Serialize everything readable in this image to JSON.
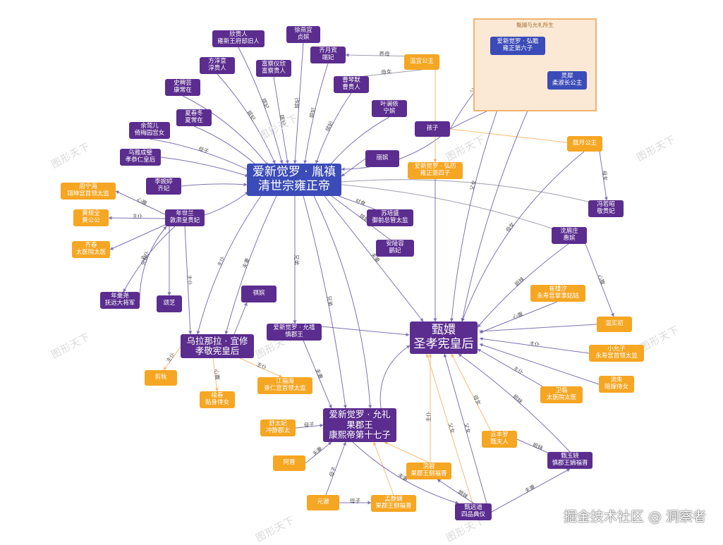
{
  "watermark": "图形天下",
  "credit": "掘金技术社区 @ 洞察者",
  "group": {
    "title": "甄嬛与允礼所生"
  },
  "nodes": {
    "yongzheng": {
      "l1": "爱新觉罗 · 胤禛",
      "l2": "清世宗雍正帝"
    },
    "zhenhuan": {
      "l1": "甄嬛",
      "l2": "圣孝宪皇后"
    },
    "yixiu": {
      "l1": "乌拉那拉 · 宜修",
      "l2": "孝敬宪皇后"
    },
    "yunli": {
      "l1": "爱新觉罗 · 允礼",
      "l2": "果郡王",
      "l3": "康熙帝第十七子"
    },
    "hongzhan": {
      "l1": "爱新觉罗 · 弘瞻",
      "l2": "雍正第六子"
    },
    "lingxi": {
      "l1": "灵犀",
      "l2": "柔淑长公主"
    },
    "xinguiren": {
      "l1": "欣贵人",
      "l2": "雍新王府邸旧人"
    },
    "xuyi": {
      "l1": "徐燕宜",
      "l2": "贞嫔"
    },
    "qiyuebin": {
      "l1": "齐月宾",
      "l2": "端妃"
    },
    "fangchun": {
      "l1": "方淳意",
      "l2": "淳贵人"
    },
    "fuchayi": {
      "l1": "富察仪欣",
      "l2": "富察贵人"
    },
    "caoqinmo": {
      "l1": "曹琴默",
      "l2": "曹贵人"
    },
    "shimoyun": {
      "l1": "史稗芸",
      "l2": "康常在"
    },
    "yelan": {
      "l1": "叶澜依",
      "l2": "宁嫔"
    },
    "xiachundong": {
      "l1": "夏春冬",
      "l2": "夏常在"
    },
    "yuyinger": {
      "l1": "余莺儿",
      "l2": "倚梅园宫女"
    },
    "wuyacheng": {
      "l1": "乌雅成璧",
      "l2": "孝恭仁皇后"
    },
    "liwanfang": {
      "l1": "李婉婷",
      "l2": "齐妃"
    },
    "lihuan": {
      "l1": "丽嫔"
    },
    "nianshilan": {
      "l1": "年世兰",
      "l2": "敦肃皇贵妃"
    },
    "nianengyao": {
      "l1": "年羹尧",
      "l2": "抚远大将军"
    },
    "songzhi": {
      "l1": "颂芝"
    },
    "qijin": {
      "l1": "祺嫔"
    },
    "yunxi": {
      "l1": "爱新觉罗 · 允禧",
      "l2": "慎郡王"
    },
    "superor": {
      "l1": "苏培盛",
      "l2": "御前总管太监"
    },
    "anlingrong": {
      "l1": "安陵容",
      "l2": "鹂妃"
    },
    "shenmeizhuang": {
      "l1": "沈眉庄",
      "l2": "惠嫔"
    },
    "fengruozhao": {
      "l1": "冯若昭",
      "l2": "敬贵妃"
    },
    "haizi": {
      "l1": "孩子"
    },
    "wenyi": {
      "l1": "温宜公主"
    },
    "longyue": {
      "l1": "胧月公主"
    },
    "hongli": {
      "l1": "爱新觉罗 · 弘历",
      "l2": "雍正第四子"
    },
    "zhouningwei": {
      "l1": "周宁海",
      "l2": "翊坤宫首领太监"
    },
    "huanggongquan": {
      "l1": "黄规全",
      "l2": "黄公公"
    },
    "qichun": {
      "l1": "齐春",
      "l2": "太医院太医"
    },
    "jianxi": {
      "l1": "剪秋"
    },
    "huisi": {
      "l1": "绘春",
      "l2": "贴身侍女"
    },
    "jiangfuhai": {
      "l1": "江福海",
      "l2": "景仁宫首领太监"
    },
    "cuijinxi": {
      "l1": "崔槿汐",
      "l2": "永寿宫掌事姑姑"
    },
    "wenshichu": {
      "l1": "温实初"
    },
    "xiaoyunzi": {
      "l1": "小允子",
      "l2": "永寿宫首领太监"
    },
    "liuzhu": {
      "l1": "流朱",
      "l2": "陪嫁侍女"
    },
    "weilin": {
      "l1": "卫临",
      "l2": "太医院太医"
    },
    "shutaifei": {
      "l1": "舒太妃",
      "l2": "冲静郡太"
    },
    "aqin": {
      "l1": "阿晋"
    },
    "yuanche": {
      "l1": "元澈"
    },
    "mengjingxian": {
      "l1": "孟静娴",
      "l2": "果郡王侧福晋"
    },
    "huanbi": {
      "l1": "浣碧",
      "l2": "果郡王侧福晋"
    },
    "yunhuanren": {
      "l1": "云丰罗",
      "l2": "甄夫人"
    },
    "zhenyuqiao": {
      "l1": "甄玉娆",
      "l2": "慎郡王嫡福晋"
    },
    "zhenyuandao": {
      "l1": "甄远道",
      "l2": "四品典仪"
    }
  },
  "edge_labels": {
    "e1": "养母",
    "e2": "母女",
    "e3": "父子",
    "e4": "父女",
    "e5": "母女",
    "e6": "母女",
    "e7": "亲母",
    "e8": "嫔妃",
    "e9": "嫔妃",
    "e10": "嫔妃",
    "e11": "嫔妃",
    "e12": "嫔妃",
    "e13": "嫔妃",
    "e14": "母子",
    "e15": "心腹",
    "e16": "主仆",
    "e17": "主仆",
    "e18": "兄妹",
    "e19": "主仆",
    "e20": "夫妻",
    "e21": "兄弟",
    "e22": "兄弟",
    "e23": "夫妻",
    "e24": "主仆",
    "e25": "对食",
    "e26": "姐妹",
    "e27": "姐妹",
    "e28": "心腹",
    "e29": "主仆",
    "e30": "心腹",
    "e31": "主仆",
    "e32": "主仆",
    "e33": "心腹",
    "e34": "母子",
    "e35": "主仆",
    "e36": "夫妻",
    "e37": "夫妻",
    "e38": "母子",
    "e39": "姐妹",
    "e40": "夫妻",
    "e41": "父女",
    "e42": "父女",
    "e43": "母女",
    "e44": "姐妹",
    "e45": "嫔妃",
    "e46": "嫔妃",
    "e47": "嫔妃",
    "e48": "嫔妃",
    "e49": "妃",
    "e50": "嫔妃",
    "e51": "嫔妃",
    "e52": "嫔妃",
    "e53": "嫔妃",
    "e54": "夫妻",
    "e55": "嫔妃",
    "e56": "主仆"
  },
  "colors": {
    "purple": "#5b2d8e",
    "orange": "#f5a623",
    "blue": "#3b4cb8",
    "edge_purple": "#6b5aa6",
    "edge_orange": "#f5b060",
    "edge_gray": "#8e8e9e"
  }
}
